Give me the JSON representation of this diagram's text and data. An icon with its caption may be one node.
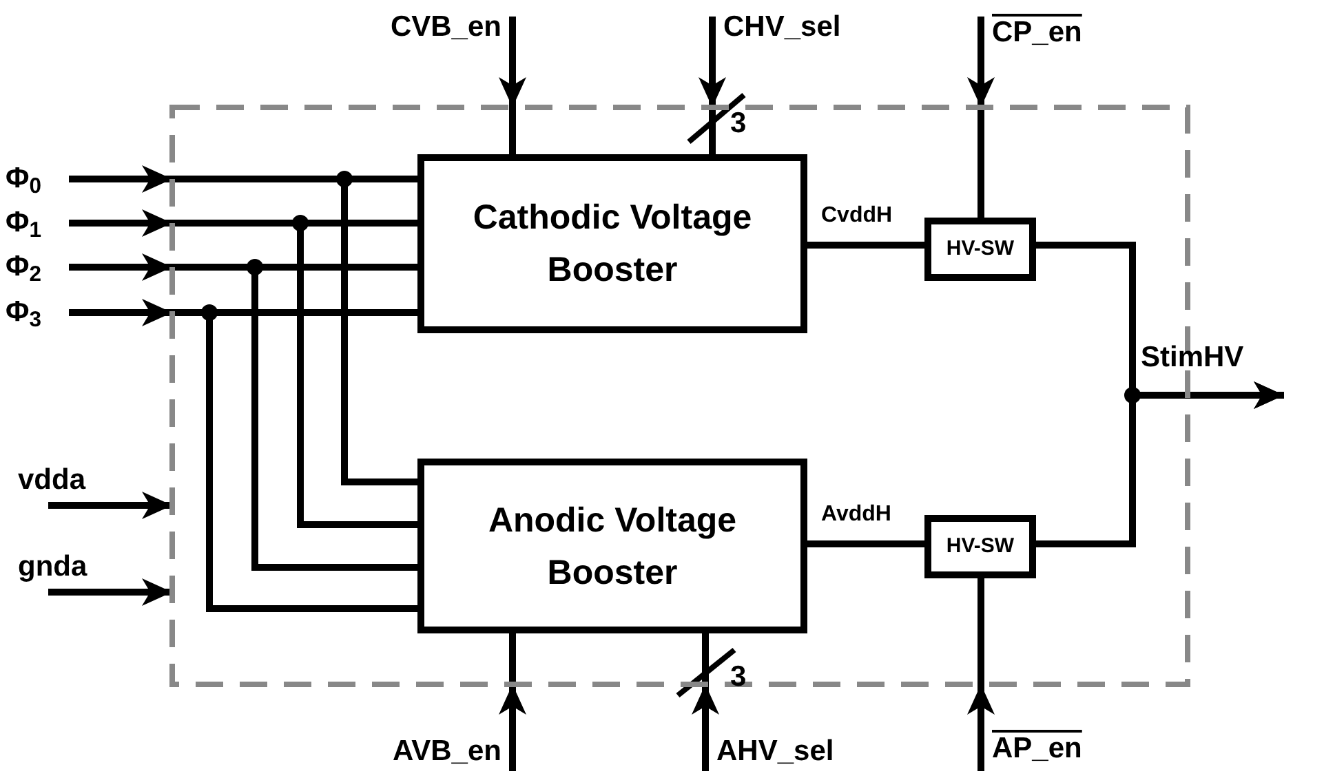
{
  "diagram": {
    "nodes": [
      {
        "text": [],
        "shape": "box"
      },
      {
        "text": [
          "Cathodic Voltage Booster"
        ],
        "in": 0
      },
      {
        "text": [
          "Anodic Voltage Booster"
        ],
        "in": 0
      },
      {
        "text": [
          "HV-SW"
        ],
        "in": 0
      },
      {
        "text": [
          "HV-SW"
        ],
        "in": 0
      },
      {
        "text": [
          "Φ$_{0}$"
        ]
      },
      {
        "text": [
          "Φ$_{1}$"
        ]
      },
      {
        "text": [
          "Φ$_{2}$"
        ]
      },
      {
        "text": [
          "Φ$_{3}$"
        ]
      },
      {
        "text": [
          "vdda"
        ]
      },
      {
        "text": [
          "gnda"
        ]
      },
      {
        "text": [
          "CVB_en"
        ]
      },
      {
        "text": [
          "CHV_sel"
        ]
      },
      {
        "text": [
          "CP_en"
        ]
      },
      {
        "text": [
          "AVB_en"
        ]
      },
      {
        "text": [
          "AHV_sel"
        ]
      },
      {
        "text": [
          "AP_en"
        ]
      },
      {
        "text": [
          "StimHV"
        ]
      }
    ],
    "edges": [
      {
        "from": 5,
        "to": 0,
        "arrow": "to"
      },
      {
        "from": 6,
        "to": 0,
        "arrow": "to"
      },
      {
        "from": 7,
        "to": 0,
        "arrow": "to"
      },
      {
        "from": 8,
        "to": 0,
        "arrow": "to"
      },
      {
        "from": 0,
        "to": 1,
        "arrow": "none"
      },
      {
        "from": 0,
        "to": 2,
        "arrow": "none"
      },
      {
        "from": 0,
        "to": 1,
        "arrow": "none"
      },
      {
        "from": 0,
        "to": 2,
        "arrow": "none"
      },
      {
        "from": 0,
        "to": 1,
        "arrow": "none"
      },
      {
        "from": 0,
        "to": 2,
        "arrow": "none"
      },
      {
        "from": 0,
        "to": 1,
        "arrow": "none"
      },
      {
        "from": 0,
        "to": 2,
        "arrow": "none"
      },
      {
        "from": 9,
        "to": 0,
        "arrow": "to"
      },
      {
        "from": 10,
        "to": 0,
        "arrow": "to"
      },
      {
        "from": 11,
        "to": 0,
        "arrow": "to"
      },
      {
        "from": 0,
        "to": 1,
        "arrow": "none"
      },
      {
        "from": 12,
        "to": 0,
        "arrow": "to"
      },
      {
        "from": 0,
        "to": 1,
        "arrow": "none"
      },
      {
        "from": 13,
        "to": 0,
        "arrow": "to"
      },
      {
        "from": 0,
        "to": 3,
        "arrow": "none"
      },
      {
        "from": 14,
        "to": 0,
        "arrow": "to"
      },
      {
        "from": 0,
        "to": 2,
        "arrow": "none"
      },
      {
        "from": 15,
        "to": 0,
        "arrow": "to"
      },
      {
        "from": 0,
        "to": 2,
        "arrow": "none"
      },
      {
        "from": 16,
        "to": 0,
        "arrow": "to"
      },
      {
        "from": 0,
        "to": 4,
        "arrow": "none"
      },
      {
        "from": 1,
        "to": 3,
        "arrow": "none",
        "label": "CvddH"
      },
      {
        "from": 2,
        "to": 4,
        "arrow": "none",
        "label": "AvddH"
      },
      {
        "from": 3,
        "to": 17,
        "arrow": "to"
      },
      {
        "from": 4,
        "to": 17,
        "arrow": "to"
      }
    ],
    "labels": [
      "3",
      "3"
    ]
  }
}
